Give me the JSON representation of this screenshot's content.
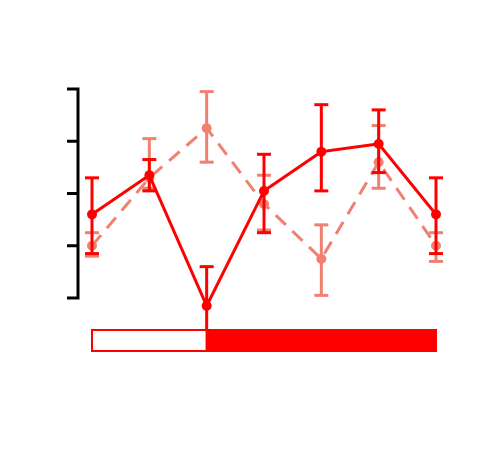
{
  "chart_data": {
    "type": "line",
    "x": [
      1,
      2,
      3,
      4,
      5,
      6,
      7
    ],
    "ylim": [
      0,
      4
    ],
    "y_ticks": [
      0,
      1,
      2,
      3,
      4
    ],
    "y_tick_labels": [
      "",
      "",
      "",
      "",
      ""
    ],
    "series": [
      {
        "style": "dashed",
        "color": "#f08070",
        "values": [
          1.0,
          2.3,
          3.25,
          1.8,
          0.75,
          2.6,
          1.0
        ],
        "err_low": [
          0.8,
          2.1,
          2.6,
          1.3,
          0.05,
          2.1,
          0.7
        ],
        "err_high": [
          1.25,
          3.05,
          3.95,
          2.35,
          1.4,
          3.3,
          1.25
        ]
      },
      {
        "style": "solid",
        "color": "#ff0000",
        "values": [
          1.6,
          2.35,
          -0.15,
          2.05,
          2.8,
          2.95,
          1.6
        ],
        "err_low": [
          0.85,
          2.05,
          -0.8,
          1.25,
          2.05,
          2.4,
          0.85
        ],
        "err_high": [
          2.3,
          2.65,
          0.6,
          2.75,
          3.7,
          3.6,
          2.3
        ]
      }
    ],
    "condition_bar": {
      "segments": [
        {
          "fill": "#ffffff",
          "span": [
            1,
            3
          ]
        },
        {
          "fill": "#ff0000",
          "span": [
            3,
            7
          ]
        }
      ],
      "border": "#ff0000"
    },
    "grid": false,
    "legend": "none"
  }
}
